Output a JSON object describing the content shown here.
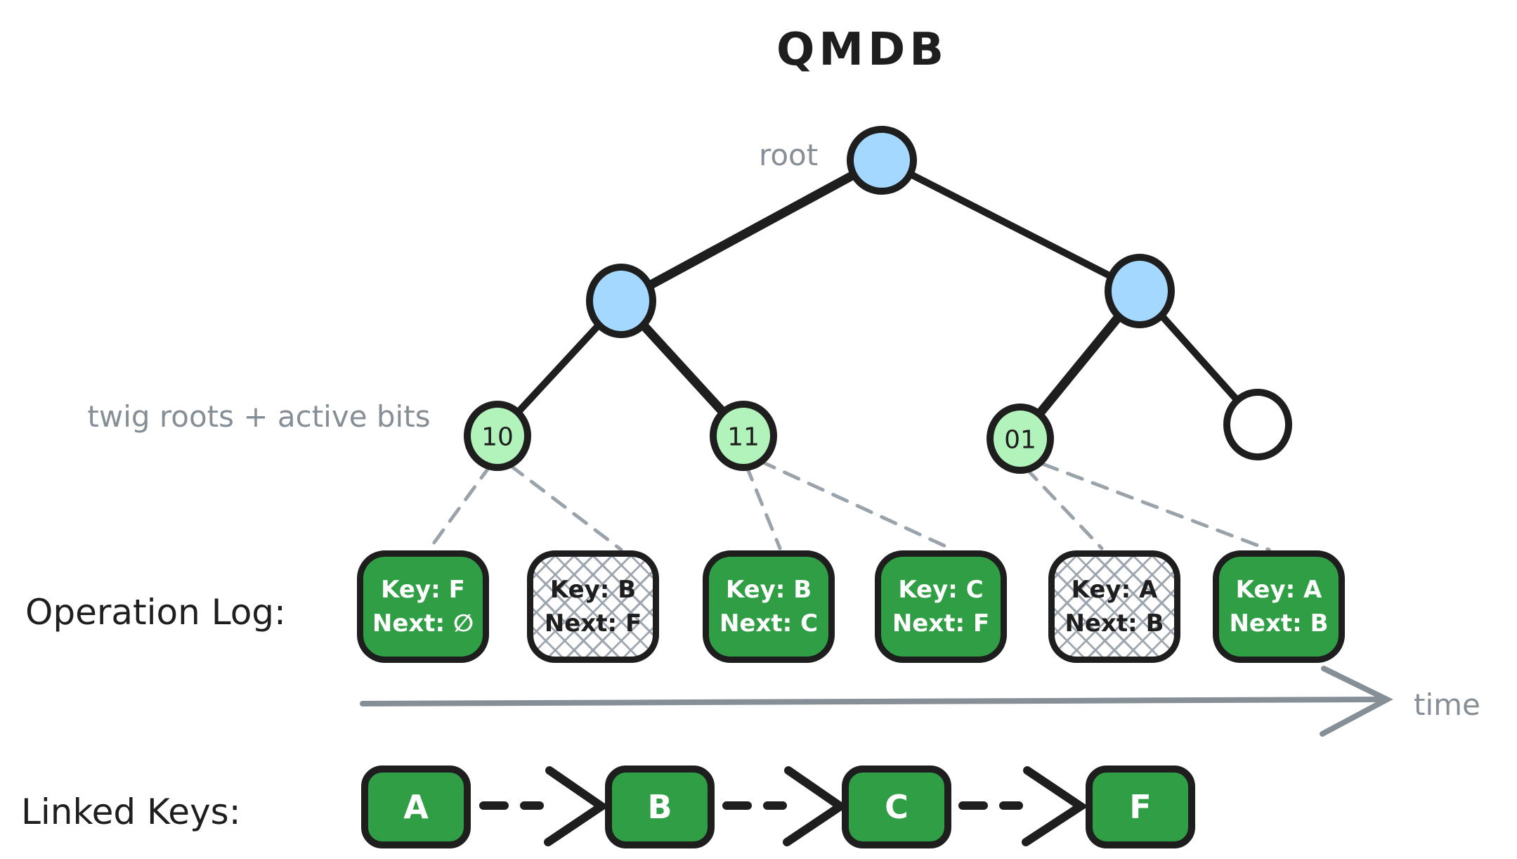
{
  "title": "QMDB",
  "colors": {
    "node_internal_fill": "#a5d8ff",
    "twig_fill": "#b2f2bb",
    "entry_green": "#2f9e44",
    "stroke_black": "#1e1e1e",
    "label_gray": "#868e96",
    "hatch_gray": "#9aa3ac"
  },
  "tree": {
    "root_label": "root",
    "twig_label": "twig roots + active bits",
    "twigs": [
      {
        "bits": "10"
      },
      {
        "bits": "11"
      },
      {
        "bits": "01"
      },
      {
        "bits": ""
      }
    ]
  },
  "operation_log": {
    "label": "Operation Log:",
    "entries": [
      {
        "key": "Key: F",
        "next": "Next: ∅",
        "style": "active"
      },
      {
        "key": "Key: B",
        "next": "Next: F",
        "style": "pruned"
      },
      {
        "key": "Key: B",
        "next": "Next: C",
        "style": "active"
      },
      {
        "key": "Key: C",
        "next": "Next: F",
        "style": "active"
      },
      {
        "key": "Key: A",
        "next": "Next: B",
        "style": "pruned"
      },
      {
        "key": "Key: A",
        "next": "Next: B",
        "style": "active"
      }
    ],
    "axis_label": "time"
  },
  "linked_keys": {
    "label": "Linked Keys:",
    "keys": [
      {
        "letter": "A"
      },
      {
        "letter": "B"
      },
      {
        "letter": "C"
      },
      {
        "letter": "F"
      }
    ]
  }
}
